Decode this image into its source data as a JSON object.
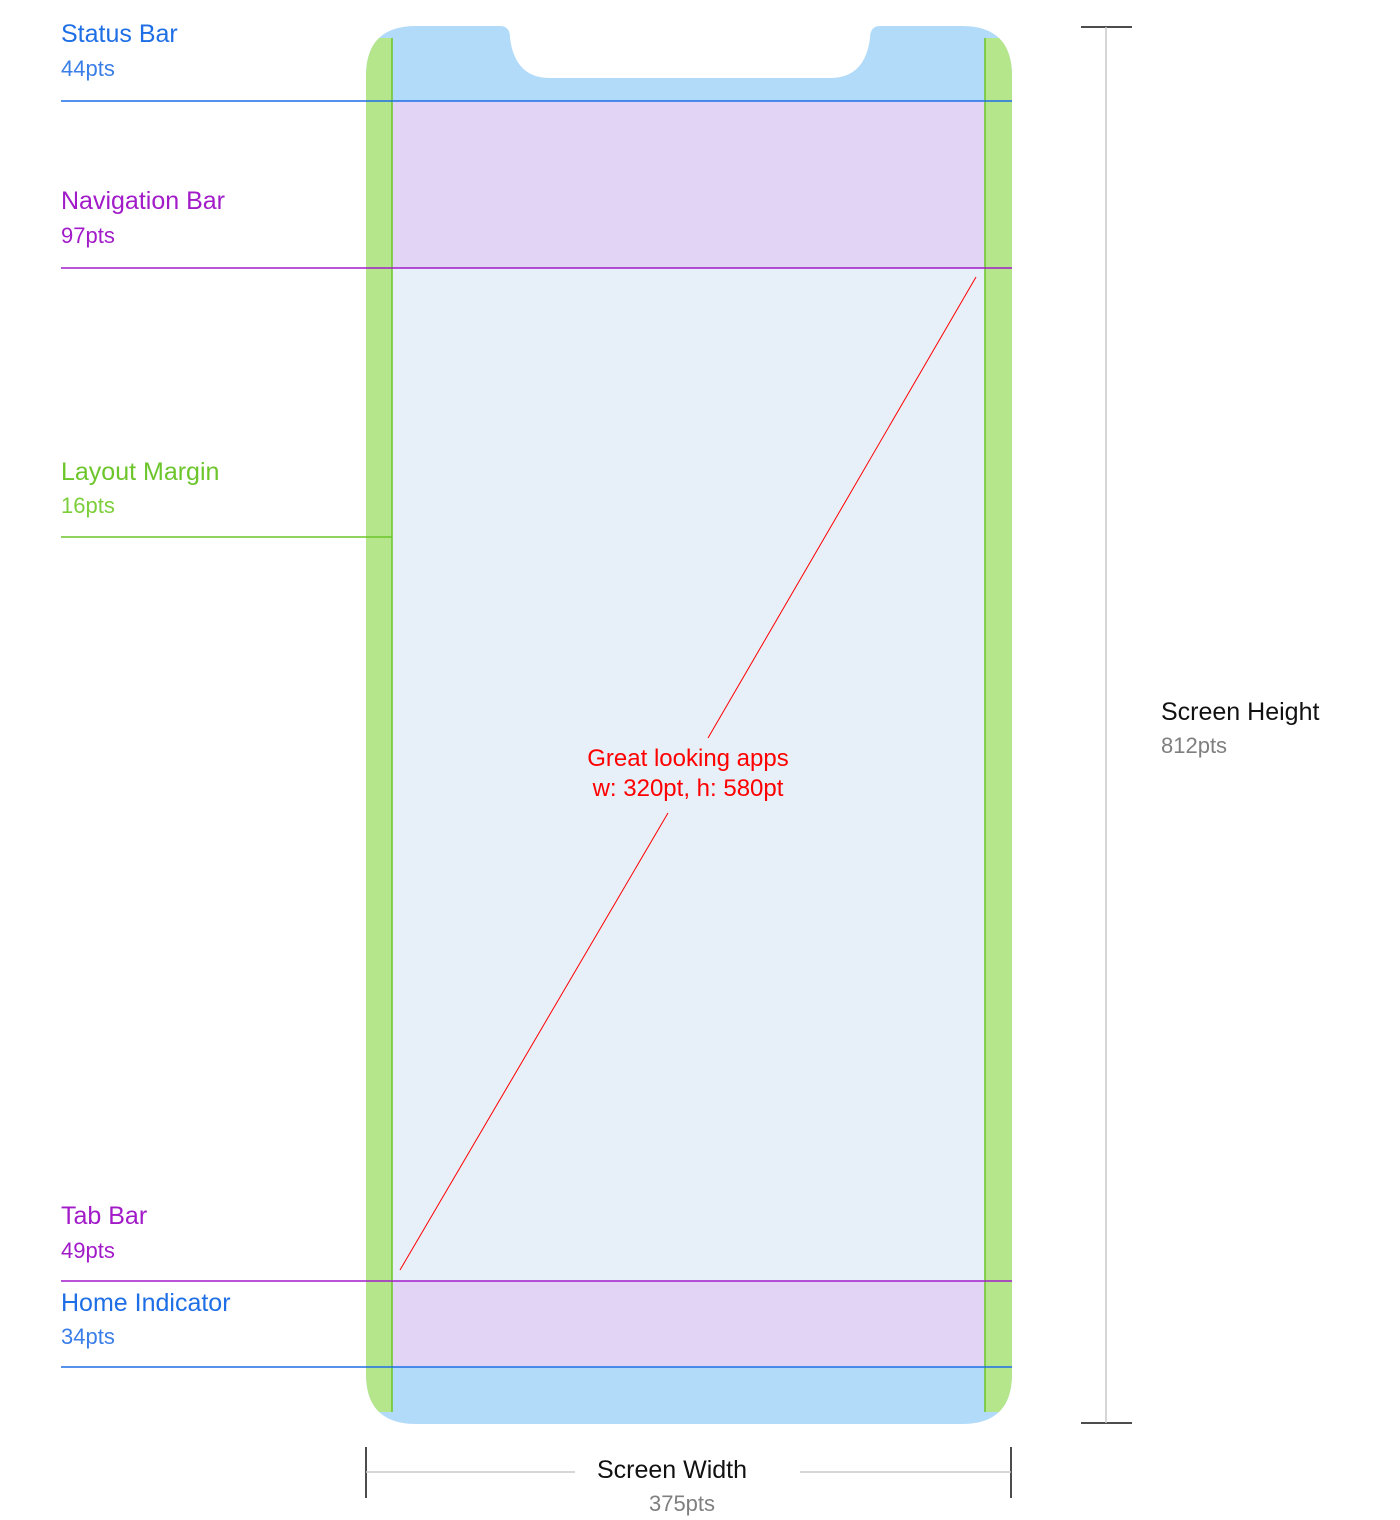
{
  "colors": {
    "status_blue": "#1e6ee5",
    "navigation_purple": "#a21bc9",
    "margin_green": "#6cc52a",
    "margin_green_fill": "#b5e68c",
    "screen_blue_fill": "#b2dbf9",
    "nav_purple_fill": "#e1d4f4",
    "content_fill": "#e7eff9",
    "content_red": "#ff0000",
    "dimension_text": "#111111",
    "dimension_value": "#7f7f7f",
    "dimension_line": "#c8c8c8"
  },
  "labels": {
    "status_bar": {
      "title": "Status Bar",
      "value": "44pts"
    },
    "navigation_bar": {
      "title": "Navigation Bar",
      "value": "97pts"
    },
    "layout_margin": {
      "title": "Layout Margin",
      "value": "16pts"
    },
    "tab_bar": {
      "title": "Tab Bar",
      "value": "49pts"
    },
    "home_indicator": {
      "title": "Home Indicator",
      "value": "34pts"
    }
  },
  "content_area": {
    "line1": "Great looking apps",
    "line2": "w: 320pt, h: 580pt"
  },
  "dimensions": {
    "height": {
      "title": "Screen Height",
      "value": "812pts"
    },
    "width": {
      "title": "Screen Width",
      "value": "375pts"
    }
  }
}
